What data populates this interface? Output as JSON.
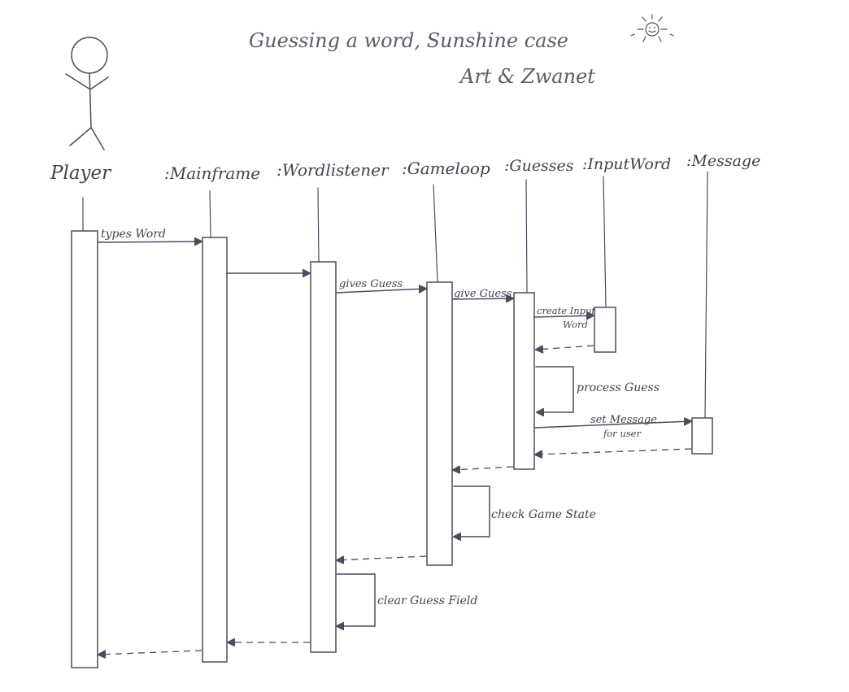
{
  "title": {
    "line1": "Guessing a word,  Sunshine case",
    "line2": "Art & Zwanet"
  },
  "participants": {
    "player": "Player",
    "mainframe": ":Mainframe",
    "wordlistener": ":Wordlistener",
    "gameloop": ":Gameloop",
    "guesses": ":Guesses",
    "inputword": ":InputWord",
    "message": ":Message"
  },
  "messages": {
    "types_word": "types Word",
    "gives_guess": "gives Guess",
    "give_guess": "give Guess",
    "create_input_line1": "create Input",
    "create_input_line2": "Word",
    "process_guess": "process Guess",
    "set_message_line1": "set Message",
    "set_message_line2": "for user",
    "check_game_state": "check Game State",
    "clear_guess_field": "clear Guess Field"
  },
  "icons": {
    "actor": "stick-figure-icon",
    "sun": "sun-icon"
  },
  "colors": {
    "ink": "#4a4e5c",
    "paper": "#ffffff"
  }
}
